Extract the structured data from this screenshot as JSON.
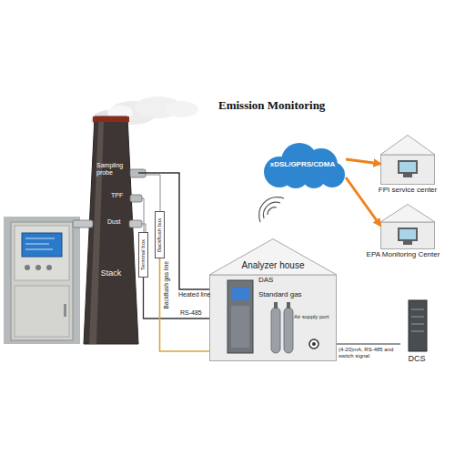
{
  "diagram": {
    "title": "Emission Monitoring",
    "nodes": [
      {
        "text": [
          "Stack"
        ]
      },
      {
        "text": [
          "Terminal box"
        ]
      },
      {
        "text": [
          "Backflush box"
        ]
      },
      {
        "text": [
          "Analyzer house"
        ]
      },
      {
        "text": [
          "xDSL/GPRS/CDMA"
        ]
      },
      {
        "text": [
          "FPI service center"
        ]
      },
      {
        "text": [
          "EPA Monitoring Center"
        ]
      },
      {
        "text": [
          "DCS"
        ]
      }
    ],
    "edges": [
      {
        "from": 0,
        "to": 3,
        "label": "Heated line",
        "arrow": "none"
      },
      {
        "from": 1,
        "to": 3,
        "label": "RS-485",
        "arrow": "none"
      },
      {
        "from": 3,
        "to": 2,
        "label": "Backflush gas line",
        "arrow": "none"
      },
      {
        "from": 3,
        "to": 7,
        "label": "(4-20)mA, RS-485 and switch signal",
        "arrow": "none"
      },
      {
        "from": 4,
        "to": 5,
        "arrow": "to"
      },
      {
        "from": 4,
        "to": 6,
        "arrow": "to"
      }
    ],
    "labels": [
      "Sampling probe",
      "TPF",
      "Dust",
      "DAS",
      "Standard gas",
      "Air supply port"
    ]
  }
}
